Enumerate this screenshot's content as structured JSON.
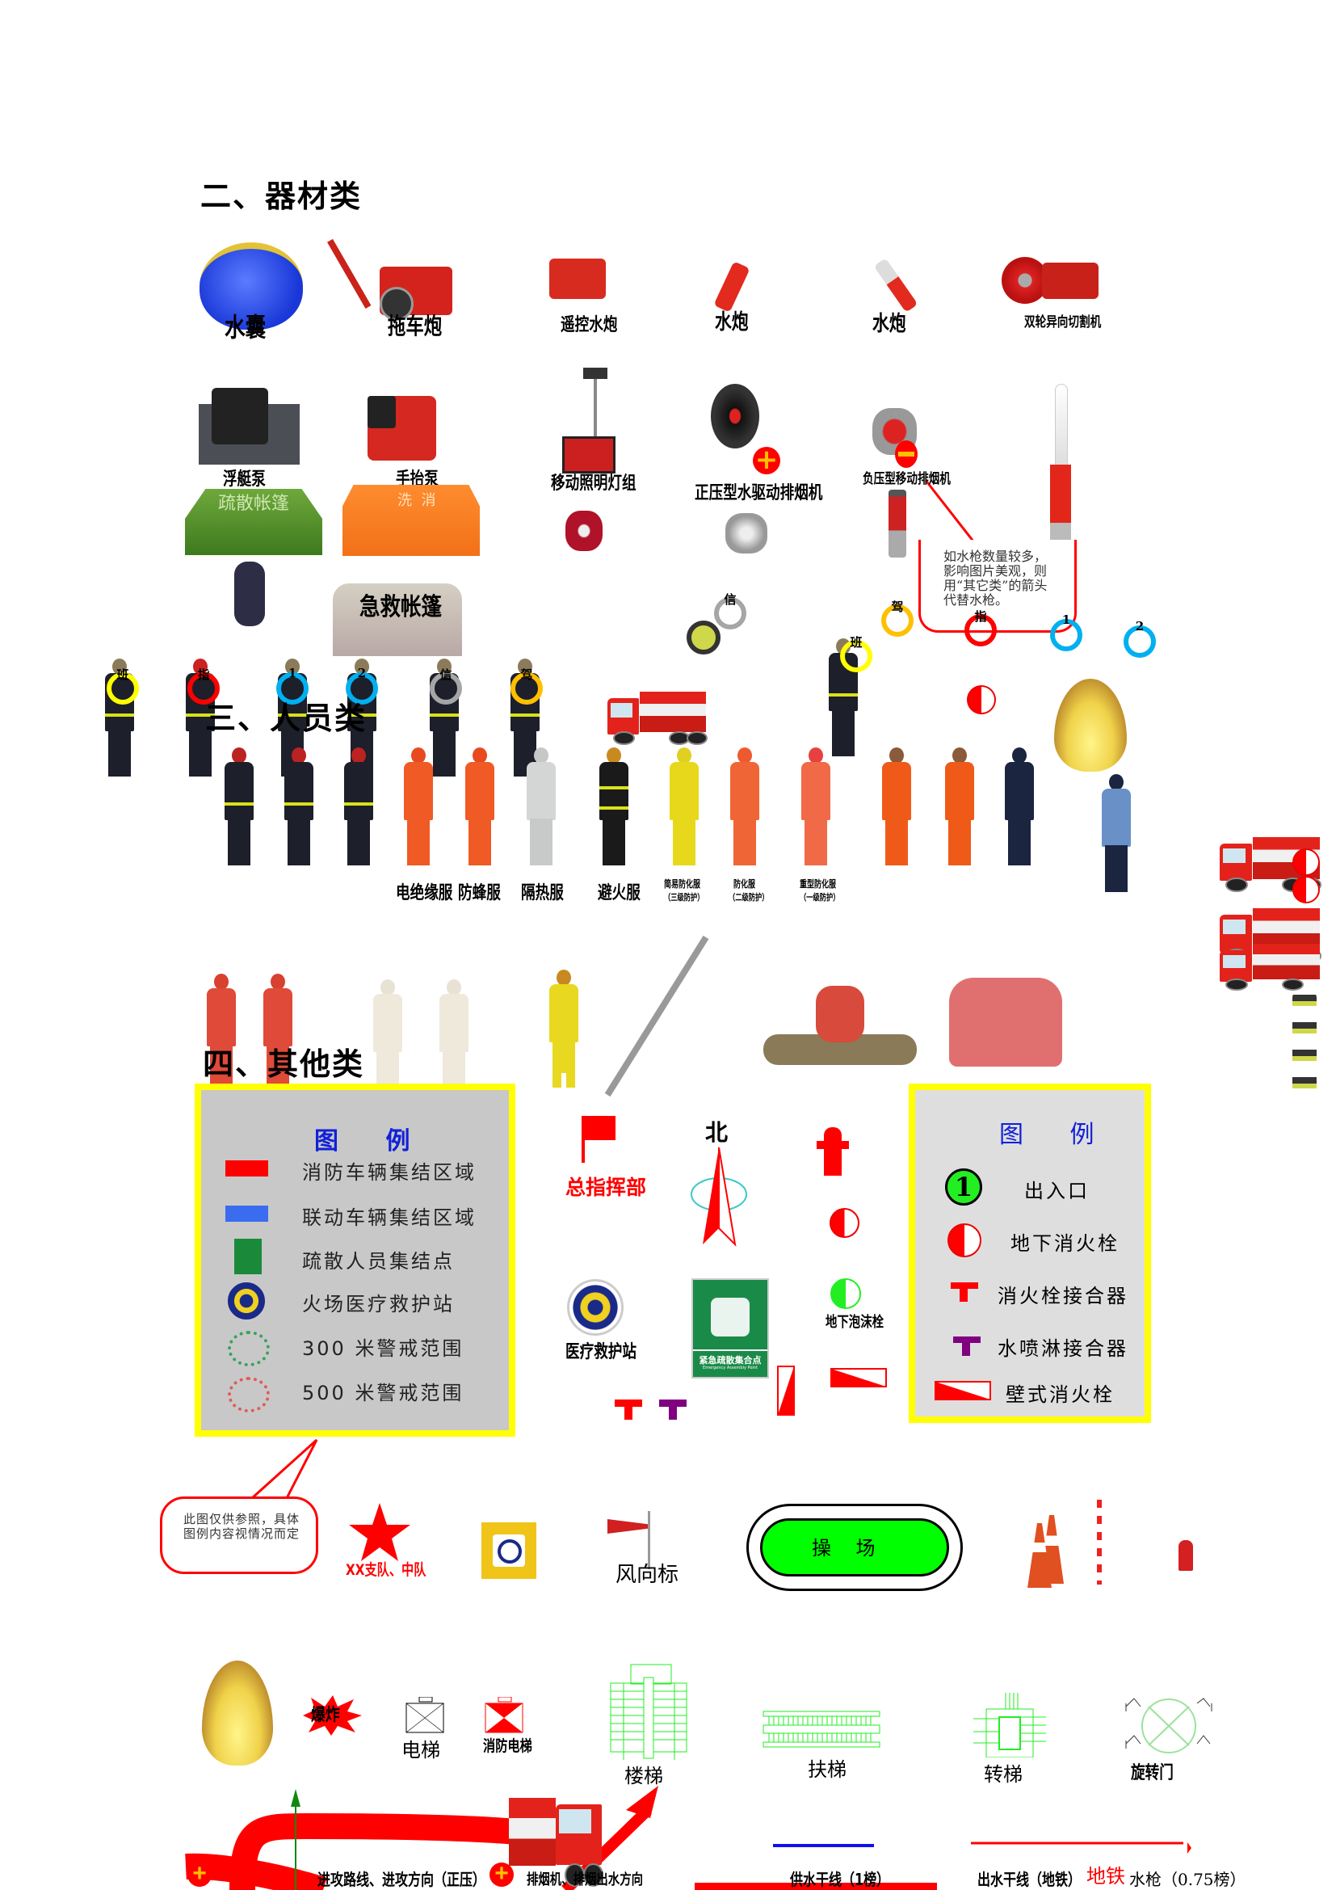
{
  "sections": {
    "equipment": "二、器材类",
    "personnel": "三、人员类",
    "others": "四、其他类"
  },
  "equipment": {
    "row1": [
      "水囊",
      "拖车炮",
      "遥控水炮",
      "水炮",
      "水炮",
      "双轮异向切割机"
    ],
    "row2": [
      "浮艇泵",
      "手抬泵",
      "移动照明灯组",
      "正压型水驱动排烟机",
      "负压型移动排烟机"
    ],
    "tent_evacuation": "疏散帐篷",
    "tent_decon": "洗  消",
    "tent_firstaid": "急救帐篷",
    "callout": "如水枪数量较多，影响图片美观，则用“其它类”的箭头代替水枪。"
  },
  "rings": {
    "squad": "班",
    "commander": "指",
    "one": "1",
    "two": "2",
    "signal": "信",
    "driver": "驾"
  },
  "ring_colors": {
    "squad": "#ffff00",
    "commander": "#ff0000",
    "numbered": "#00b0f0",
    "signal": "#a6a6a6",
    "driver": "#ffc000"
  },
  "personnel": {
    "suits": [
      "电绝缘服",
      "防蜂服",
      "隔热服",
      "避火服",
      "简易防化服",
      "防化服",
      "重型防化服"
    ],
    "suit_levels": [
      "（三级防护）",
      "（二级防护）",
      "（一级防护）"
    ]
  },
  "legend_left": {
    "title": "图  例",
    "items": [
      "消防车辆集结区域",
      "联动车辆集结区域",
      "疏散人员集结点",
      "火场医疗救护站",
      "300 米警戒范围",
      "500 米警戒范围"
    ],
    "colors": {
      "fire_vehicle": "#ff0000",
      "linked_vehicle": "#3a6cf0"
    }
  },
  "legend_right": {
    "title": "图  例",
    "items": [
      "出入口",
      "地下消火栓",
      "消火栓接合器",
      "水喷淋接合器",
      "壁式消火栓"
    ],
    "entrance_number": "1"
  },
  "symbols": {
    "command": "总指挥部",
    "north": "北",
    "medical_station": "医疗救护站",
    "assembly_cn": "紧急疏散集合点",
    "assembly_en": "Emergency Assembly Point",
    "foam_hydrant": "地下泡沫栓",
    "callout": "此图仅供参照，具体图例内容视情况而定",
    "brigade": "XX支队、中队",
    "wind_vane": "风向标",
    "playground": "操    场",
    "explosion": "爆炸",
    "elevator": "电梯",
    "fire_elevator": "消防电梯",
    "stairs": "楼梯",
    "escalator": "扶梯",
    "spiral_stairs": "转梯",
    "revolving_door": "旋转门"
  },
  "bottom": {
    "attack_line": "进攻路线、进攻方向（正压）",
    "smoke_direction": "排烟机、排烟出水方向",
    "supply_line": "供水干线（1榜）",
    "branch_line": "出水干线（地铁）",
    "subway": "地铁",
    "nozzle": "水枪（0.75榜）"
  }
}
